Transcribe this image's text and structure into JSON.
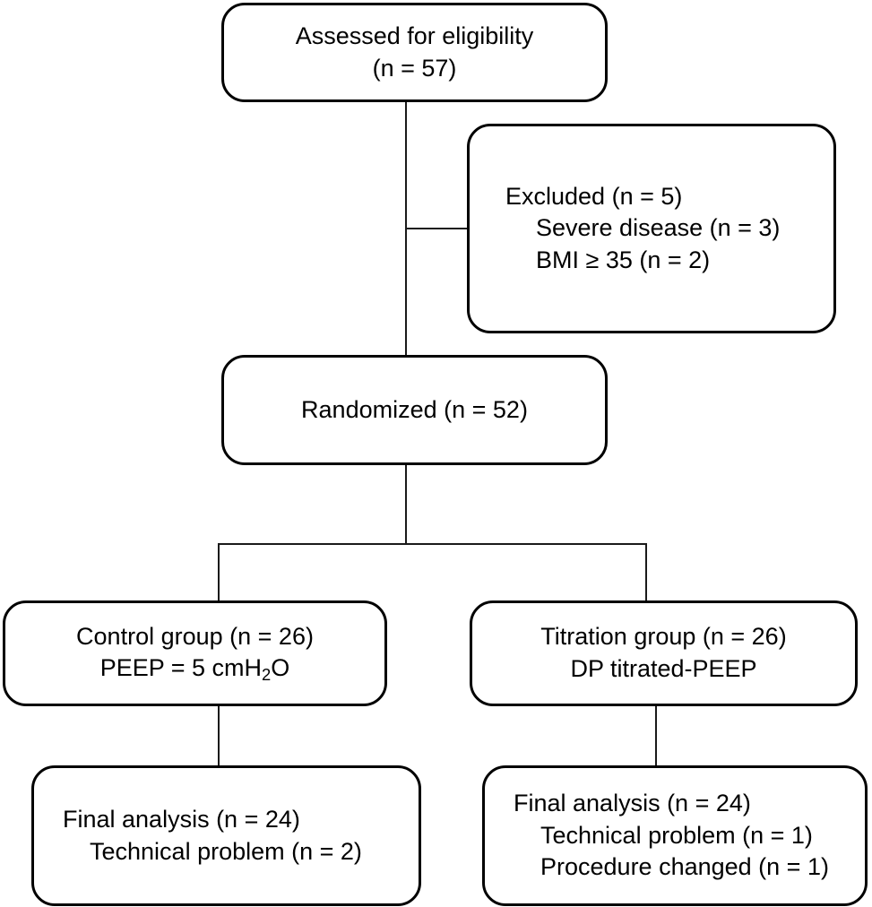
{
  "diagram": {
    "type": "consort-flow-diagram",
    "title": "",
    "line_color": "#000000",
    "background": "#ffffff"
  },
  "nodes": {
    "assessed": {
      "name": "assessed-for-eligibility",
      "align": "center",
      "lines": [
        "Assessed for eligibility",
        "(n = 57)"
      ]
    },
    "excluded": {
      "name": "excluded",
      "align": "left",
      "lines": [
        "Excluded (n = 5)",
        "Severe disease (n = 3)",
        "BMI ≥ 35 (n = 2)"
      ]
    },
    "randomized": {
      "name": "randomized",
      "align": "center",
      "lines": [
        "Randomized (n = 52)"
      ]
    },
    "control_group": {
      "name": "control-group",
      "align": "center",
      "lines": [
        "Control group (n = 26)",
        "PEEP = 5 cmH2O"
      ],
      "line2_prefix": "PEEP = 5 cmH",
      "line2_sub": "2",
      "line2_suffix": "O"
    },
    "titration_group": {
      "name": "titration-group",
      "align": "center",
      "lines": [
        "Titration group (n = 26)",
        "DP titrated-PEEP"
      ]
    },
    "final_left": {
      "name": "final-analysis-control",
      "align": "left",
      "lines": [
        "Final analysis (n = 24)",
        "Technical problem (n = 2)"
      ]
    },
    "final_right": {
      "name": "final-analysis-titration",
      "align": "left",
      "lines": [
        "Final analysis (n = 24)",
        "Technical problem (n = 1)",
        "Procedure changed (n = 1)"
      ]
    }
  },
  "connectors": [
    {
      "name": "assessed-to-randomized-vertical"
    },
    {
      "name": "assessed-to-excluded-horizontal"
    },
    {
      "name": "randomized-split-stem"
    },
    {
      "name": "randomized-split-horizontal"
    },
    {
      "name": "split-to-control-vertical"
    },
    {
      "name": "split-to-titration-vertical"
    },
    {
      "name": "control-to-final-vertical"
    },
    {
      "name": "titration-to-final-vertical"
    }
  ]
}
